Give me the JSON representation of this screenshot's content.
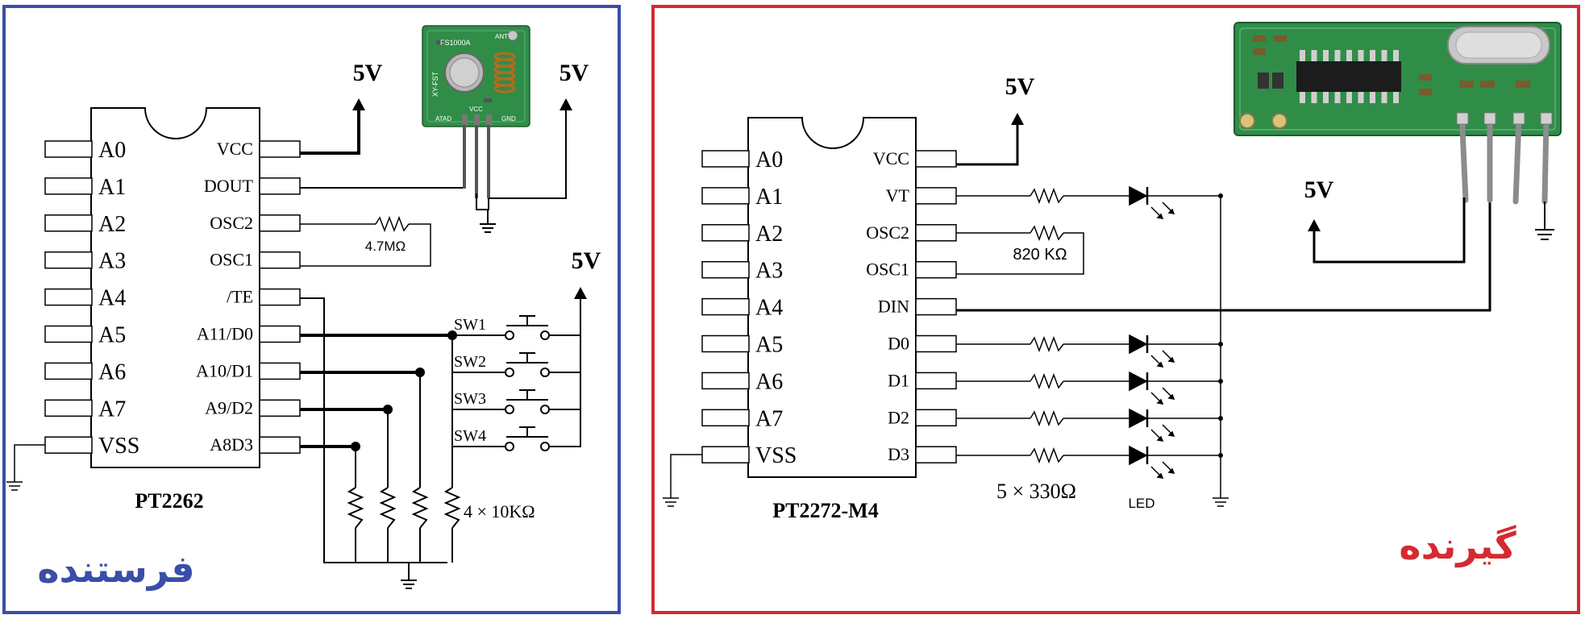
{
  "transmitter": {
    "chip_name": "PT2262",
    "left_pins": [
      "A0",
      "A1",
      "A2",
      "A3",
      "A4",
      "A5",
      "A6",
      "A7",
      "VSS"
    ],
    "right_pins": [
      "VCC",
      "DOUT",
      "OSC2",
      "OSC1",
      "/TE",
      "A11/D0",
      "A10/D1",
      "A9/D2",
      "A8D3"
    ],
    "supply_label": "5V",
    "module_supply_label": "5V",
    "switch_supply_label": "5V",
    "osc_resistor": "4.7MΩ",
    "pulldown_resistors": "4 × 10KΩ",
    "switches": [
      "SW1",
      "SW2",
      "SW3",
      "SW4"
    ],
    "module_text": {
      "model": "FS1000A",
      "side": "XY-FST",
      "ant": "ANT",
      "atad": "ATAD",
      "vcc": "VCC",
      "gnd": "GND"
    },
    "title": "فرستنده",
    "frame_color": "#3a4ea8",
    "title_color": "#3a4ea8"
  },
  "receiver": {
    "chip_name": "PT2272-M4",
    "left_pins": [
      "A0",
      "A1",
      "A2",
      "A3",
      "A4",
      "A5",
      "A6",
      "A7",
      "VSS"
    ],
    "right_pins": [
      "VCC",
      "VT",
      "OSC2",
      "OSC1",
      "DIN",
      "D0",
      "D1",
      "D2",
      "D3"
    ],
    "supply_label": "5V",
    "module_supply_label": "5V",
    "osc_resistor": "820 KΩ",
    "led_resistors": "5 × 330Ω",
    "led_label": "LED",
    "title": "گیرنده",
    "frame_color": "#d42a32",
    "title_color": "#d42a32"
  }
}
